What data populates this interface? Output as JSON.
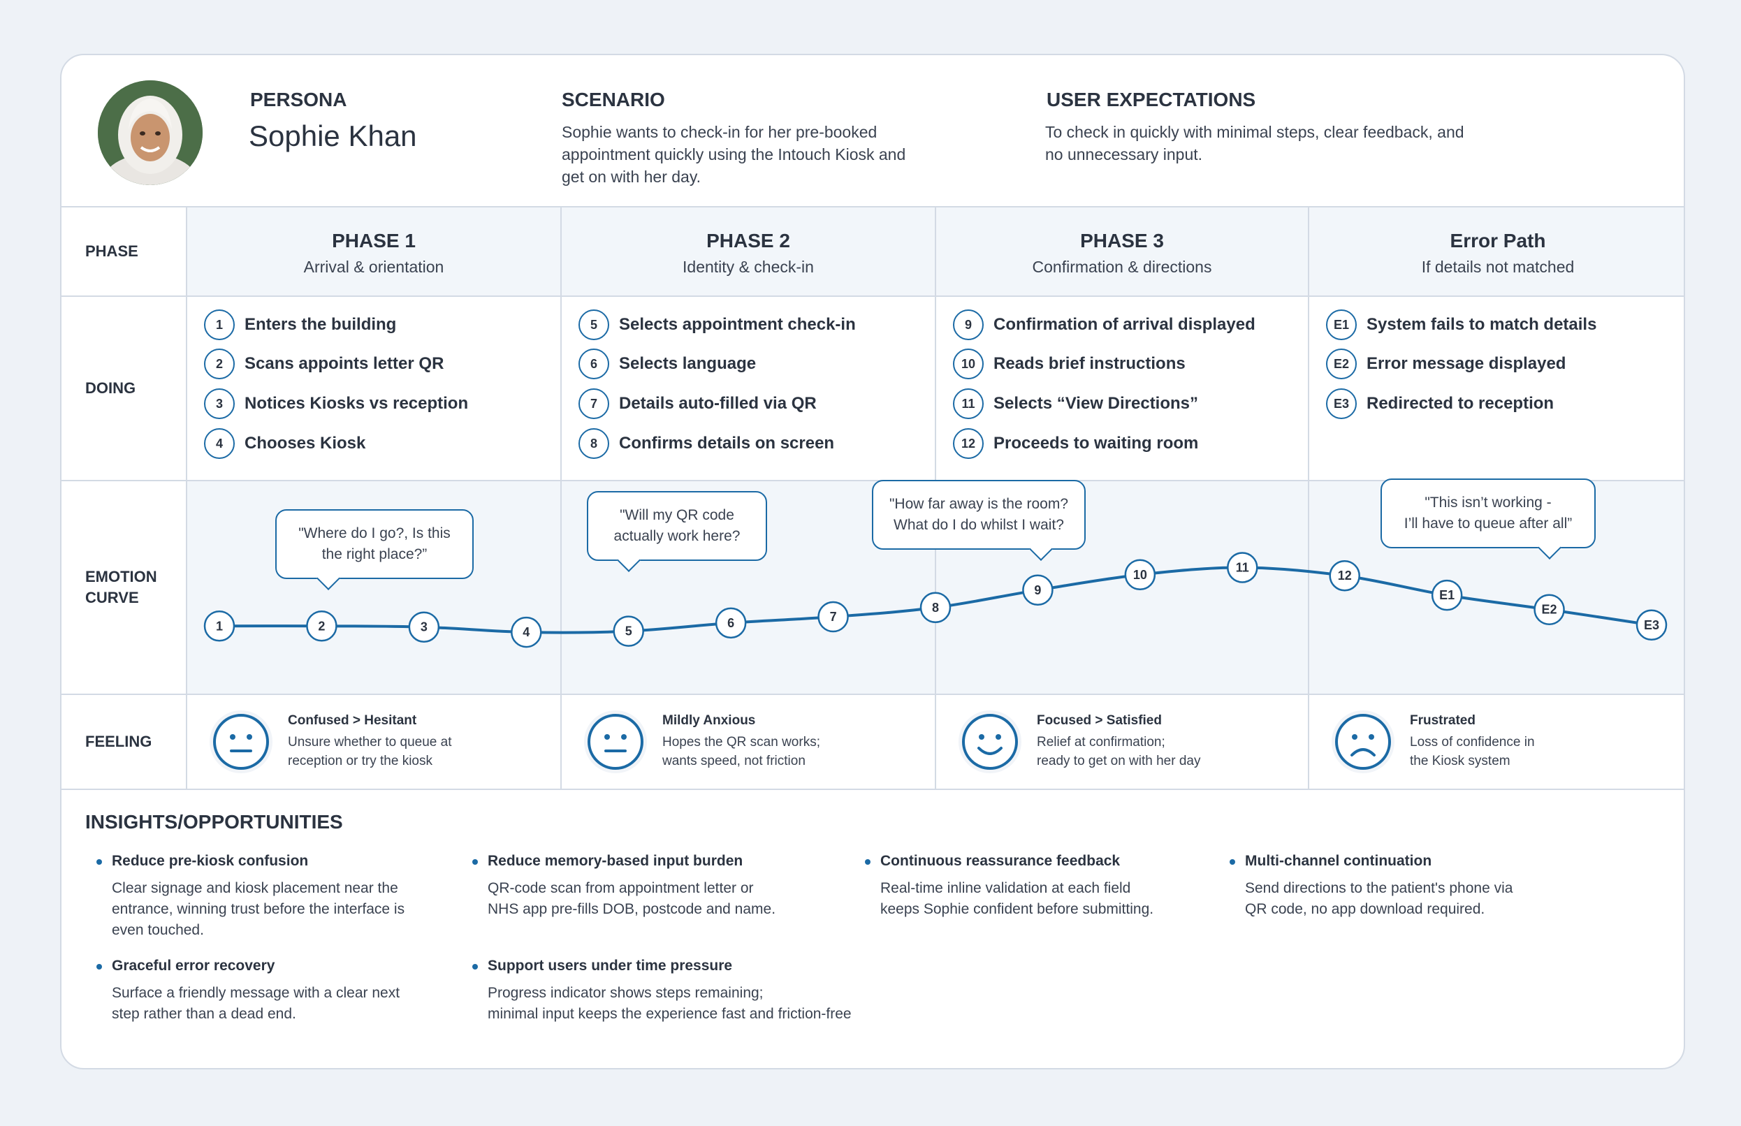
{
  "header": {
    "persona_label": "PERSONA",
    "persona_name": "Sophie Khan",
    "scenario_label": "SCENARIO",
    "scenario_text": "Sophie wants to check-in for her pre-booked appointment quickly using the Intouch Kiosk and get on with her day.",
    "expectations_label": "USER EXPECTATIONS",
    "expectations_text": "To check in quickly with minimal steps, clear feedback, and no unnecessary input."
  },
  "rows": {
    "phase": "PHASE",
    "doing": "DOING",
    "emotion": "EMOTION CURVE",
    "feeling": "FEELING"
  },
  "phases": [
    {
      "title": "PHASE 1",
      "subtitle": "Arrival & orientation"
    },
    {
      "title": "PHASE 2",
      "subtitle": "Identity & check-in"
    },
    {
      "title": "PHASE 3",
      "subtitle": "Confirmation & directions"
    },
    {
      "title": "Error Path",
      "subtitle": "If details not matched"
    }
  ],
  "doing": [
    [
      {
        "num": "1",
        "text": "Enters the building"
      },
      {
        "num": "2",
        "text": "Scans appoints letter QR"
      },
      {
        "num": "3",
        "text": "Notices Kiosks vs reception"
      },
      {
        "num": "4",
        "text": "Chooses Kiosk"
      }
    ],
    [
      {
        "num": "5",
        "text": "Selects appointment check-in"
      },
      {
        "num": "6",
        "text": "Selects language"
      },
      {
        "num": "7",
        "text": "Details auto-filled via QR"
      },
      {
        "num": "8",
        "text": "Confirms details on screen"
      }
    ],
    [
      {
        "num": "9",
        "text": "Confirmation of arrival displayed"
      },
      {
        "num": "10",
        "text": "Reads brief instructions"
      },
      {
        "num": "11",
        "text": "Selects “View Directions”"
      },
      {
        "num": "12",
        "text": "Proceeds to waiting room"
      }
    ],
    [
      {
        "num": "E1",
        "text": "System fails to match details"
      },
      {
        "num": "E2",
        "text": "Error message displayed"
      },
      {
        "num": "E3",
        "text": "Redirected to reception"
      }
    ]
  ],
  "emotion_curve": {
    "points": [
      {
        "label": "1",
        "level": 0.25
      },
      {
        "label": "2",
        "level": 0.25
      },
      {
        "label": "3",
        "level": 0.24
      },
      {
        "label": "4",
        "level": 0.19
      },
      {
        "label": "5",
        "level": 0.2
      },
      {
        "label": "6",
        "level": 0.28
      },
      {
        "label": "7",
        "level": 0.34
      },
      {
        "label": "8",
        "level": 0.43
      },
      {
        "label": "9",
        "level": 0.6
      },
      {
        "label": "10",
        "level": 0.75
      },
      {
        "label": "11",
        "level": 0.82
      },
      {
        "label": "12",
        "level": 0.74
      },
      {
        "label": "E1",
        "level": 0.55
      },
      {
        "label": "E2",
        "level": 0.41
      },
      {
        "label": "E3",
        "level": 0.26
      }
    ],
    "bubbles": [
      {
        "text_1": "\"Where do I go?, Is this",
        "text_2": "the right place?”"
      },
      {
        "text_1": "\"Will my QR code",
        "text_2": "actually work here?"
      },
      {
        "text_1": "\"How far away is the room?",
        "text_2": "What do I do whilst I wait?"
      },
      {
        "text_1": "\"This isn’t working -",
        "text_2": "I’ll have to queue after all”"
      }
    ],
    "line_color": "#1b6aa5"
  },
  "feelings": [
    {
      "title": "Confused > Hesitant",
      "line_1": "Unsure whether to queue at",
      "line_2": "reception or try the kiosk",
      "face": "neutral-face-icon"
    },
    {
      "title": "Mildly Anxious",
      "line_1": "Hopes the QR scan works;",
      "line_2": "wants speed, not friction",
      "face": "neutral-face-icon"
    },
    {
      "title": "Focused > Satisfied",
      "line_1": "Relief at confirmation;",
      "line_2": "ready to get on with her day",
      "face": "smile-face-icon"
    },
    {
      "title": "Frustrated",
      "line_1": "Loss of confidence in",
      "line_2": "the Kiosk system",
      "face": "sad-face-icon"
    }
  ],
  "insights": {
    "title": "INSIGHTS/OPPORTUNITIES",
    "items": [
      {
        "title": "Reduce pre-kiosk confusion",
        "lines": [
          "Clear signage and kiosk placement near the",
          "entrance, winning trust before the interface is",
          "even touched."
        ]
      },
      {
        "title": "Reduce memory-based input burden",
        "lines": [
          "QR-code scan from appointment letter or",
          "NHS app pre-fills DOB, postcode and name."
        ]
      },
      {
        "title": "Continuous reassurance feedback",
        "lines": [
          "Real-time inline validation at each field",
          "keeps Sophie confident before submitting."
        ]
      },
      {
        "title": "Multi-channel continuation",
        "lines": [
          "Send directions to the patient's phone via",
          "QR code, no app download required."
        ]
      },
      {
        "title": "Graceful error recovery",
        "lines": [
          "Surface a friendly message with a clear next",
          "step rather than a dead end."
        ]
      },
      {
        "title": "Support users under time pressure",
        "lines": [
          "Progress indicator shows steps remaining;",
          "minimal input keeps the experience fast and friction-free"
        ]
      }
    ]
  }
}
